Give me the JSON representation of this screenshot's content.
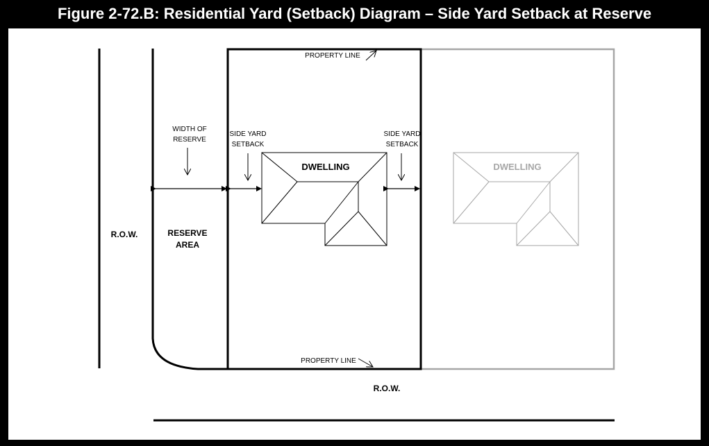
{
  "title": "Figure 2-72.B: Residential Yard (Setback) Diagram – Side Yard Setback at Reserve",
  "labels": {
    "property_line_top": "PROPERTY LINE",
    "property_line_bottom": "PROPERTY LINE",
    "width_of_reserve_1": "WIDTH OF",
    "width_of_reserve_2": "RESERVE",
    "side_yard_left_1": "SIDE YARD",
    "side_yard_left_2": "SETBACK",
    "side_yard_right_1": "SIDE YARD",
    "side_yard_right_2": "SETBACK",
    "dwelling_main": "DWELLING",
    "dwelling_adjacent": "DWELLING",
    "row_left": "R.O.W.",
    "row_bottom": "R.O.W.",
    "reserve_area_1": "RESERVE",
    "reserve_area_2": "AREA"
  },
  "colors": {
    "primary_line": "#000000",
    "secondary_line": "#a6a6a6",
    "title_text": "#ffffff",
    "frame": "#000000"
  }
}
